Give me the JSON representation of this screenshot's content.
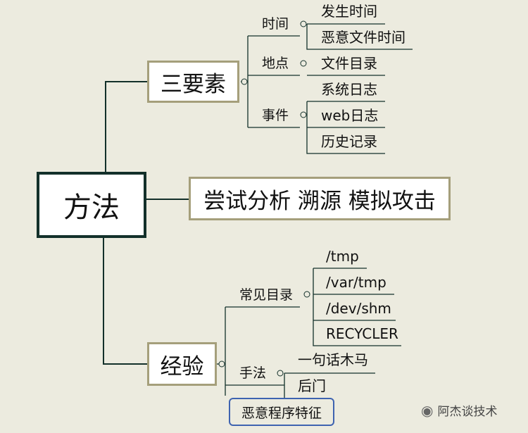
{
  "root": {
    "label": "方法"
  },
  "elements": {
    "label": "三要素",
    "groups": [
      {
        "label": "时间",
        "leaves": [
          "发生时间",
          "恶意文件时间"
        ]
      },
      {
        "label": "地点",
        "leaves": [
          "文件目录"
        ]
      },
      {
        "label": "事件",
        "leaves": [
          "系统日志",
          "web日志",
          "历史记录"
        ]
      }
    ]
  },
  "approach": {
    "label": "尝试分析 溯源 模拟攻击"
  },
  "experience": {
    "label": "经验",
    "dirs": {
      "label": "常见目录",
      "leaves": [
        "/tmp",
        "/var/tmp",
        "/dev/shm",
        "RECYCLER"
      ]
    },
    "techniques": {
      "label": "手法",
      "leaves": [
        "一句话木马",
        "后门"
      ]
    },
    "highlight": "恶意程序特征"
  },
  "watermark": {
    "icon": "wechat-icon",
    "text": "阿杰谈技术"
  },
  "colors": {
    "background": "#ecebdf",
    "root_border": "#13302a",
    "box_border": "#a59f7b",
    "highlight_border": "#3e63b0"
  }
}
